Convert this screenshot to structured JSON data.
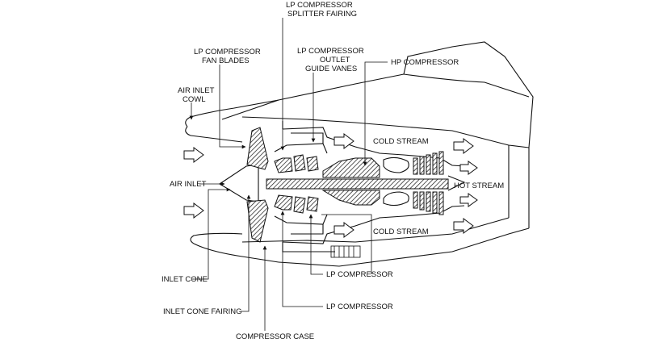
{
  "diagram": {
    "labels": {
      "lp_splitter_1": "LP COMPRESSOR",
      "lp_splitter_2": "SPLITTER FAIRING",
      "fan_blades_1": "LP COMPRESSOR",
      "fan_blades_2": "FAN BLADES",
      "outlet_1": "LP COMPRESSOR",
      "outlet_2": "OUTLET",
      "outlet_3": "GUIDE VANES",
      "hp_compressor": "HP COMPRESSOR",
      "air_inlet_cowl_1": "AIR INLET",
      "air_inlet_cowl_2": "COWL",
      "cold_stream_top": "COLD STREAM",
      "air_inlet": "AIR INLET",
      "hot_stream": "HOT STREAM",
      "cold_stream_bottom": "COLD STREAM",
      "inlet_cone": "INLET CONE",
      "lp_compressor_1": "LP COMPRESSOR",
      "lp_compressor_2": "LP COMPRESSOR",
      "inlet_cone_fairing": "INLET CONE FAIRING",
      "compressor_case": "COMPRESSOR CASE"
    }
  }
}
